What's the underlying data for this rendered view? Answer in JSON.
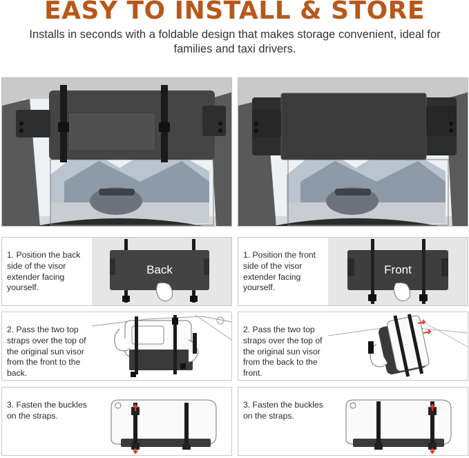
{
  "header": {
    "title": "EASY TO INSTALL & STORE",
    "subtitle": "Installs in seconds with a foldable design that makes storage convenient, ideal for families and taxi drivers."
  },
  "colors": {
    "title": "#b8581a",
    "visor": "#3a3a3a",
    "strap": "#1c1c1c",
    "arrow": "#e23b2e"
  },
  "steps": {
    "left": [
      {
        "text": "1. Position the back side of the visor extender facing yourself.",
        "label": "Back"
      },
      {
        "text": "2. Pass the two top straps over the top of the original sun visor from the front to the back."
      },
      {
        "text": "3. Fasten the buckles on the straps."
      }
    ],
    "right": [
      {
        "text": "1. Position the front side of the visor extender facing yourself.",
        "label": "Front"
      },
      {
        "text": "2. Pass the two top straps over the top of the original sun visor from the back to the front."
      },
      {
        "text": "3. Fasten the buckles on the straps."
      }
    ]
  }
}
